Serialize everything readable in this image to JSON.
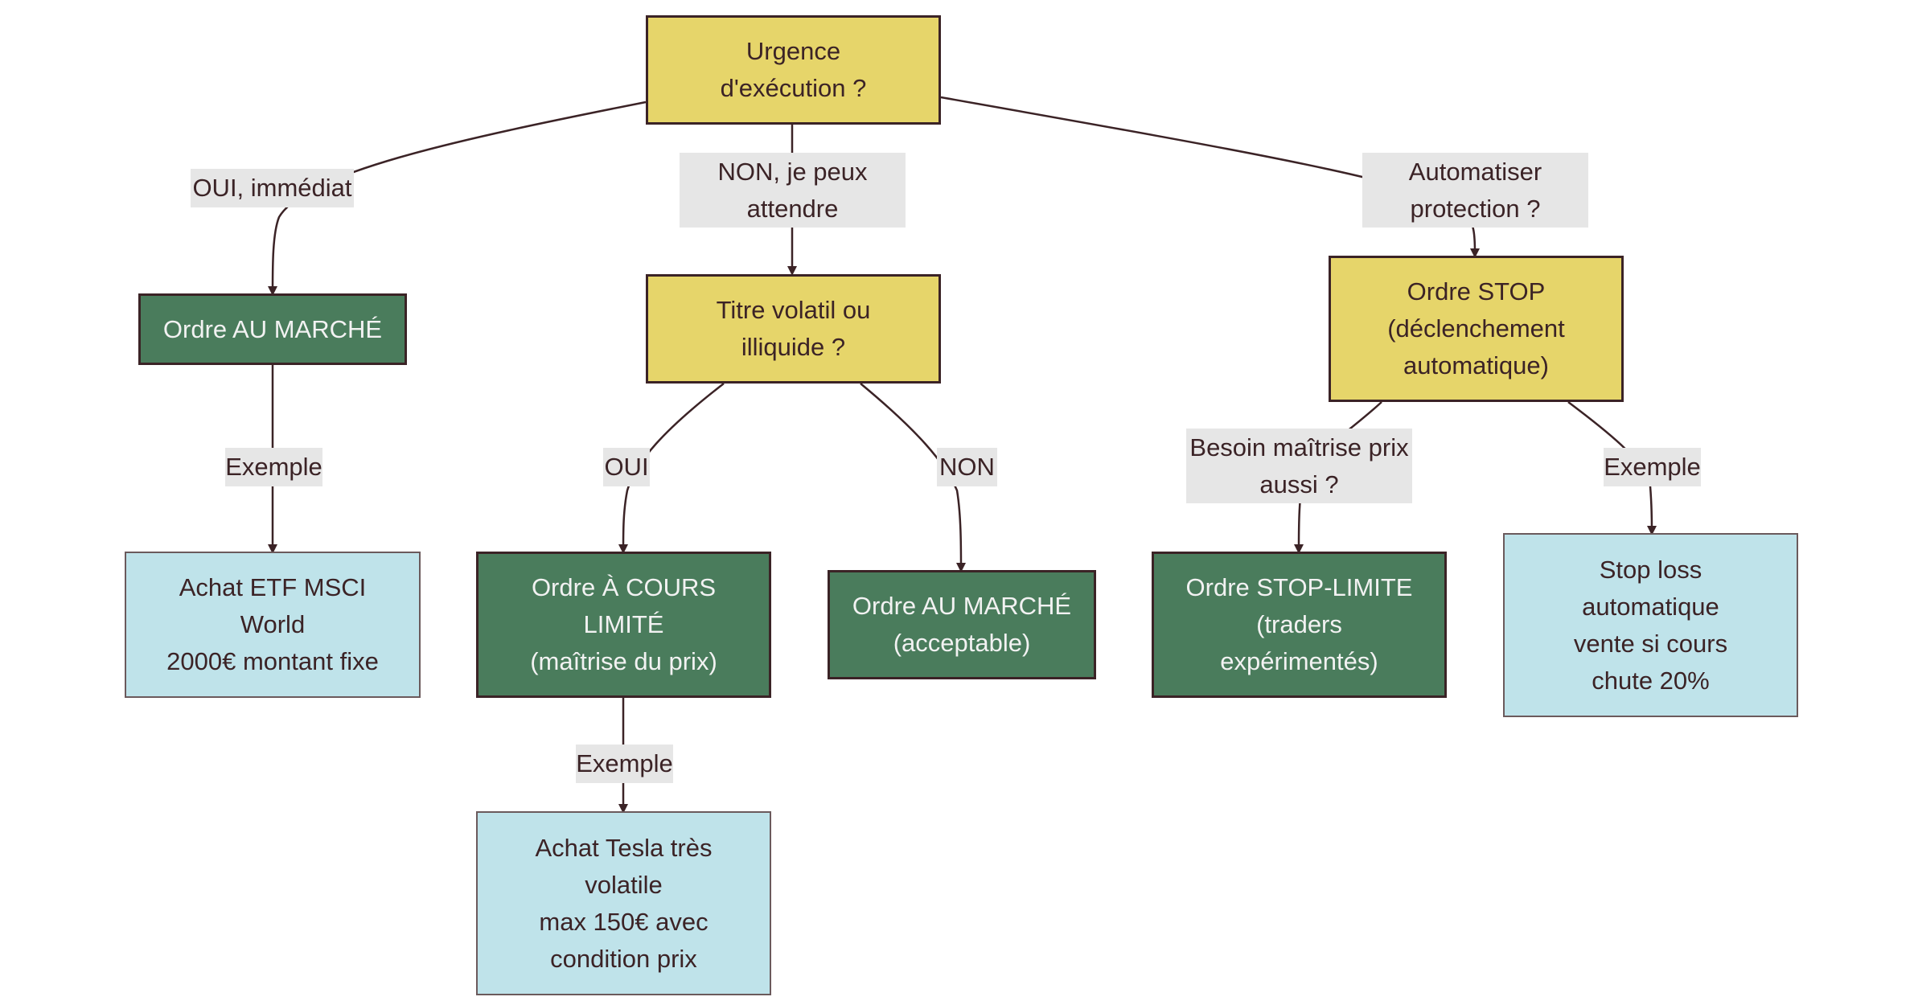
{
  "nodes": {
    "urgence": "Urgence\nd'exécution ?",
    "ordre_marche_1": "Ordre AU MARCHÉ",
    "titre_volatil": "Titre volatil ou\nilliquide ?",
    "ordre_stop": "Ordre STOP\n(déclenchement\nautomatique)",
    "achat_etf": "Achat ETF MSCI\nWorld\n2000€ montant fixe",
    "ordre_cours_limite": "Ordre À COURS\nLIMITÉ\n(maîtrise du prix)",
    "ordre_marche_2": "Ordre AU MARCHÉ\n(acceptable)",
    "ordre_stop_limite": "Ordre STOP-LIMITE\n(traders\nexpérimentés)",
    "stop_loss": "Stop loss\nautomatique\nvente si cours\nchute 20%",
    "achat_tesla": "Achat Tesla très\nvolatile\nmax 150€ avec\ncondition prix"
  },
  "edge_labels": {
    "oui_immediat": "OUI, immédiat",
    "non_attendre": "NON, je peux\nattendre",
    "automatiser": "Automatiser\nprotection ?",
    "exemple_1": "Exemple",
    "oui": "OUI",
    "non": "NON",
    "besoin_maitrise": "Besoin maîtrise prix\naussi ?",
    "exemple_2": "Exemple",
    "exemple_3": "Exemple"
  },
  "colors": {
    "decision": "#e6d56a",
    "order": "#4a7c5c",
    "example": "#bfe3ea",
    "edge": "#3b2326",
    "label_bg": "#e6e6e6"
  }
}
